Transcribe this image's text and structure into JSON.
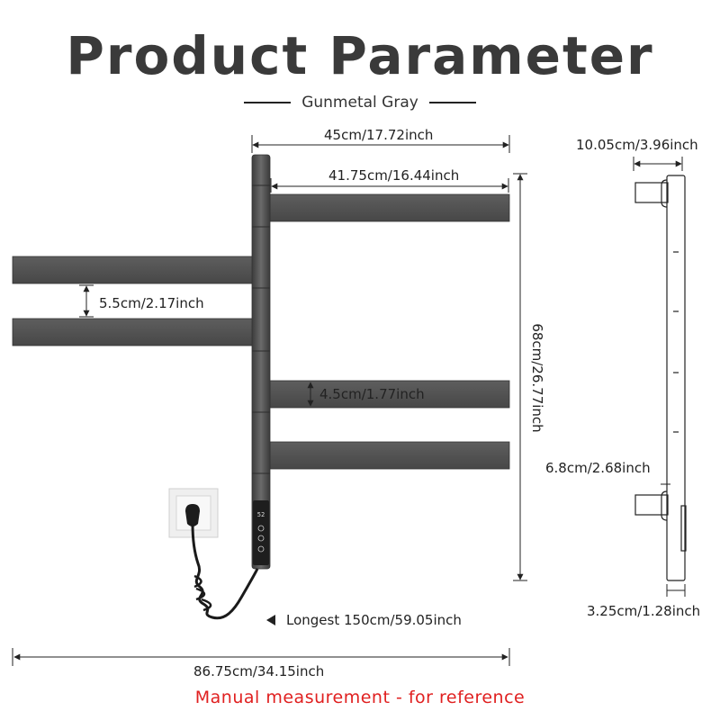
{
  "title": "Product Parameter",
  "subtitle": "Gunmetal Gray",
  "colors": {
    "rail": "#4a4a4a",
    "bar": "#545454",
    "note": "#e02020"
  },
  "display_reading": "52",
  "dimensions": {
    "total_depth": "45cm/17.72inch",
    "bar_length": "41.75cm/16.44inch",
    "bar_gap": "5.5cm/2.17inch",
    "bar_height": "4.5cm/1.77inch",
    "height": "68cm/26.77inch",
    "cable": "Longest 150cm/59.05inch",
    "total_width": "86.75cm/34.15inch",
    "side_depth": "10.05cm/3.96inch",
    "side_arm": "6.8cm/2.68inch",
    "side_pole": "3.25cm/1.28inch"
  },
  "note": "Manual measurement - for reference"
}
